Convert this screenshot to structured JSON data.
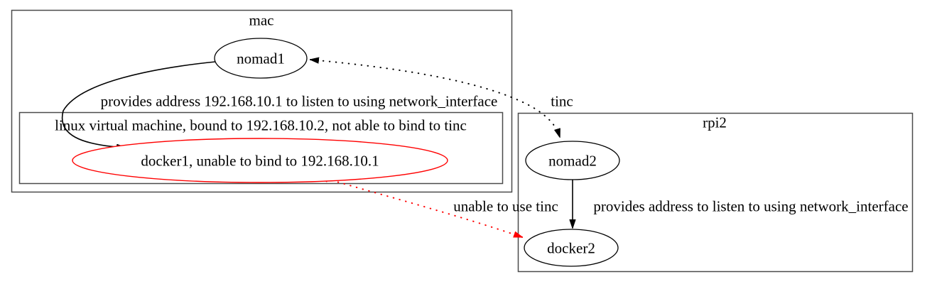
{
  "diagram": {
    "type": "graphviz-digraph",
    "clusters": [
      {
        "id": "mac",
        "label": "mac"
      },
      {
        "id": "linux-vm",
        "label": "linux virtual machine, bound to 192.168.10.2, not able to bind to tinc",
        "parent": "mac"
      },
      {
        "id": "rpi2",
        "label": "rpi2"
      }
    ],
    "nodes": [
      {
        "id": "nomad1",
        "label": "nomad1",
        "cluster": "mac",
        "border_color": "#000000"
      },
      {
        "id": "docker1",
        "label": "docker1, unable to bind to 192.168.10.1",
        "cluster": "linux-vm",
        "border_color": "#ff0000"
      },
      {
        "id": "nomad2",
        "label": "nomad2",
        "cluster": "rpi2",
        "border_color": "#000000"
      },
      {
        "id": "docker2",
        "label": "docker2",
        "cluster": "rpi2",
        "border_color": "#000000"
      }
    ],
    "edges": [
      {
        "from": "nomad1",
        "to": "docker1",
        "style": "solid",
        "direction": "forward",
        "color": "#000000",
        "label": "provides address 192.168.10.1 to listen to using network_interface"
      },
      {
        "from": "nomad1",
        "to": "nomad2",
        "style": "dotted",
        "direction": "both",
        "color": "#000000",
        "label": "tinc"
      },
      {
        "from": "docker1",
        "to": "docker2",
        "style": "dotted",
        "direction": "both",
        "color": "#ff0000",
        "label": "unable to use tinc"
      },
      {
        "from": "nomad2",
        "to": "docker2",
        "style": "solid",
        "direction": "forward",
        "color": "#000000",
        "label": "provides address to listen to using network_interface"
      }
    ],
    "colors": {
      "red": "#ff0000",
      "black": "#000000",
      "cluster_border": "#4b4b4b",
      "background": "#ffffff"
    }
  }
}
